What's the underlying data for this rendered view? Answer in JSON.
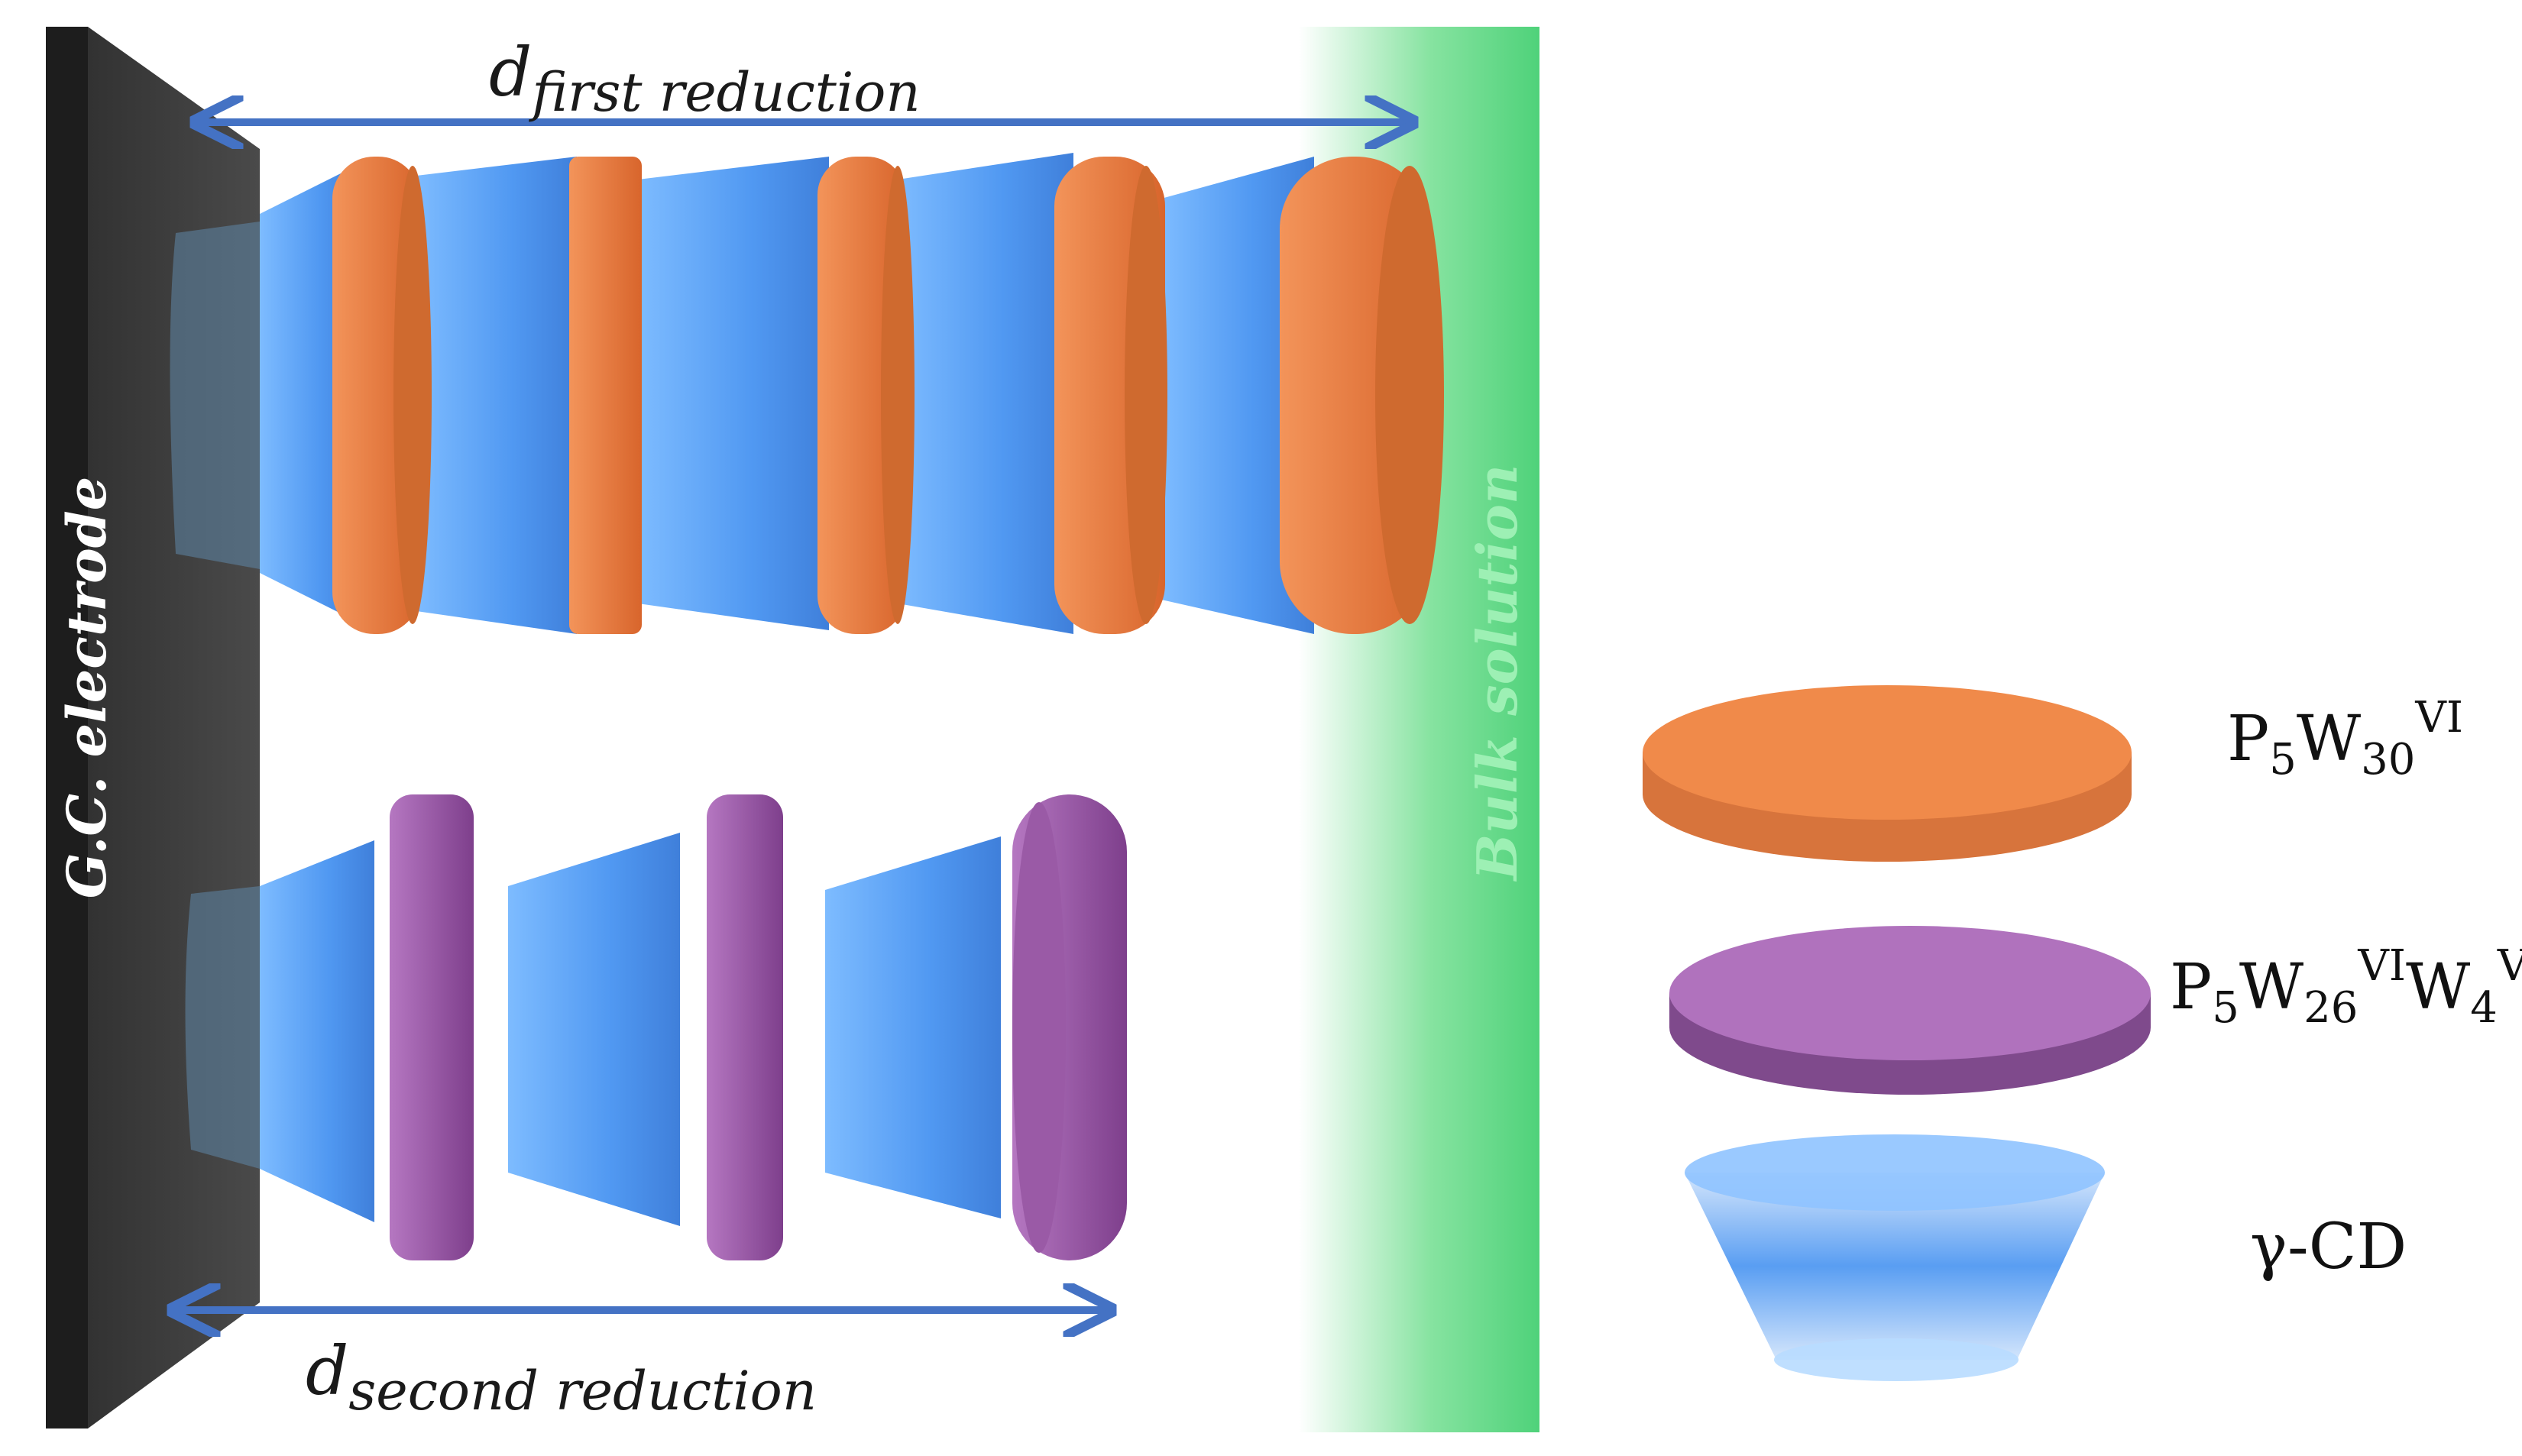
{
  "labels": {
    "electrode": "G.C. electrode",
    "bulk": "Bulk solution",
    "d_top_main": "d",
    "d_top_sub": "first reduction",
    "d_bottom_main": "d",
    "d_bottom_sub": "second reduction"
  },
  "legend": {
    "items": [
      {
        "id": "p5w30",
        "base": "P",
        "parts": [
          {
            "t": "5",
            "k": "sub"
          },
          {
            "t": "W",
            "k": "n"
          },
          {
            "t": "30",
            "k": "sub"
          },
          {
            "t": "VI",
            "k": "sup"
          }
        ]
      },
      {
        "id": "p5w26w4",
        "base": "P",
        "parts": [
          {
            "t": "5",
            "k": "sub"
          },
          {
            "t": "W",
            "k": "n"
          },
          {
            "t": "26",
            "k": "sub"
          },
          {
            "t": "VI",
            "k": "sup"
          },
          {
            "t": "W",
            "k": "n"
          },
          {
            "t": "4",
            "k": "sub"
          },
          {
            "t": "V",
            "k": "sup"
          }
        ]
      },
      {
        "id": "gcd",
        "label": "γ-CD"
      }
    ]
  },
  "colors": {
    "electrode": "#3a3a3a",
    "bulk": "#4fd27a",
    "orange": "#e87a3b",
    "purple": "#9a5aa6",
    "cd": "#3d8df0",
    "arrow": "#4472c4"
  }
}
